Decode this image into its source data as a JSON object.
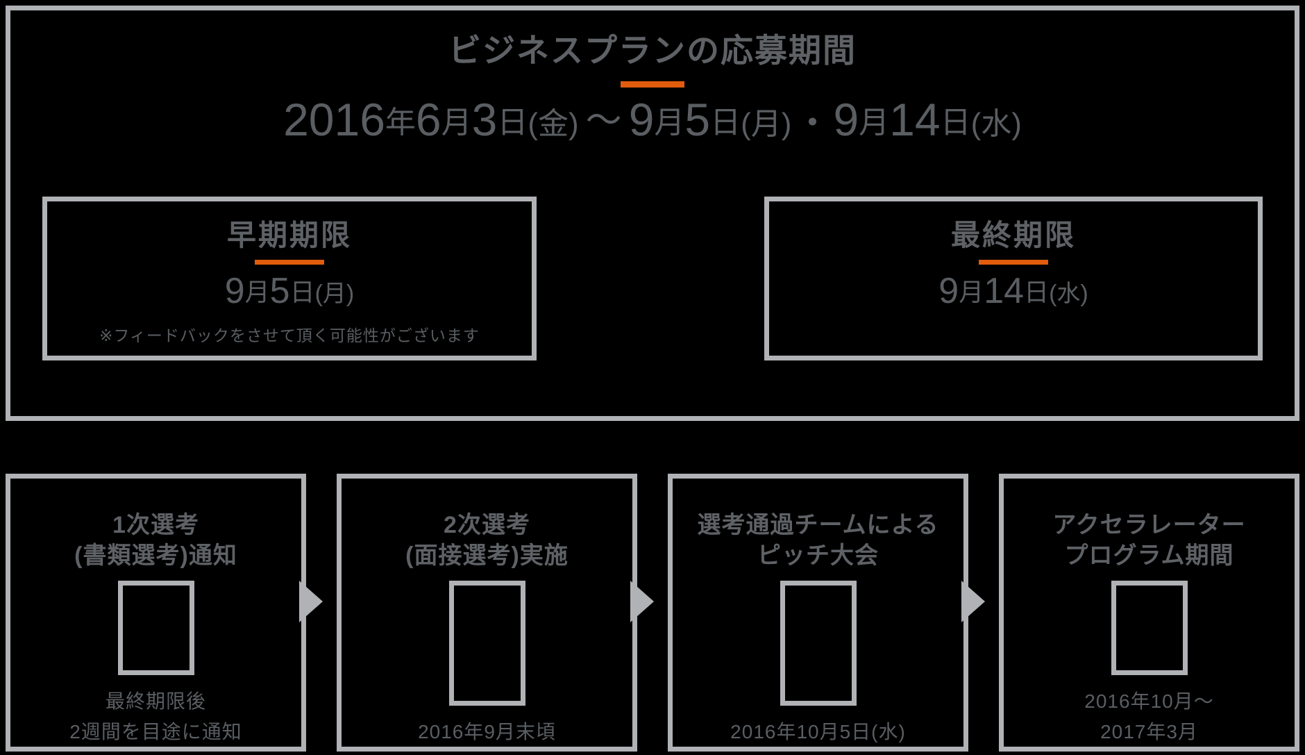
{
  "accent_color": "#e25c0d",
  "border_color": "#b0b2b5",
  "text_color": "#5e6165",
  "background_color": "#000000",
  "header": {
    "title": "ビジネスプランの応募期間",
    "main_date": {
      "year": "2016",
      "year_unit": "年",
      "start_month": "6",
      "month_unit": "月",
      "start_day": "3",
      "day_unit": "日",
      "start_weekday": "(金)",
      "tilde": "〜",
      "mid_month": "9",
      "mid_day": "5",
      "mid_weekday": "(月)",
      "dot": "・",
      "end_month": "9",
      "end_day": "14",
      "end_weekday": "(水)",
      "full_text": "2016年6月3日(金) 〜 9月5日(月)・9月14日(水)"
    }
  },
  "deadlines": [
    {
      "label": "早期期限",
      "month": "9",
      "month_unit": "月",
      "day": "5",
      "day_unit": "日",
      "weekday": "(月)",
      "date_text": "9月5日(月)",
      "note": "※フィードバックをさせて頂く可能性がございます"
    },
    {
      "label": "最終期限",
      "month": "9",
      "month_unit": "月",
      "day": "14",
      "day_unit": "日",
      "weekday": "(水)",
      "date_text": "9月14日(水)",
      "note": ""
    }
  ],
  "timeline": {
    "steps": [
      {
        "title_line1": "1次選考",
        "title_line2": "(書類選考)通知",
        "caption_line1": "最終期限後",
        "caption_line2": "2週間を目途に通知"
      },
      {
        "title_line1": "2次選考",
        "title_line2": "(面接選考)実施",
        "caption_line1": "2016年9月末頃",
        "caption_line2": ""
      },
      {
        "title_line1": "選考通過チームによる",
        "title_line2": "ピッチ大会",
        "caption_line1": "2016年10月5日(水)",
        "caption_line2": ""
      },
      {
        "title_line1": "アクセラレーター",
        "title_line2": "プログラム期間",
        "caption_line1": "2016年10月〜",
        "caption_line2": "2017年3月"
      }
    ]
  }
}
